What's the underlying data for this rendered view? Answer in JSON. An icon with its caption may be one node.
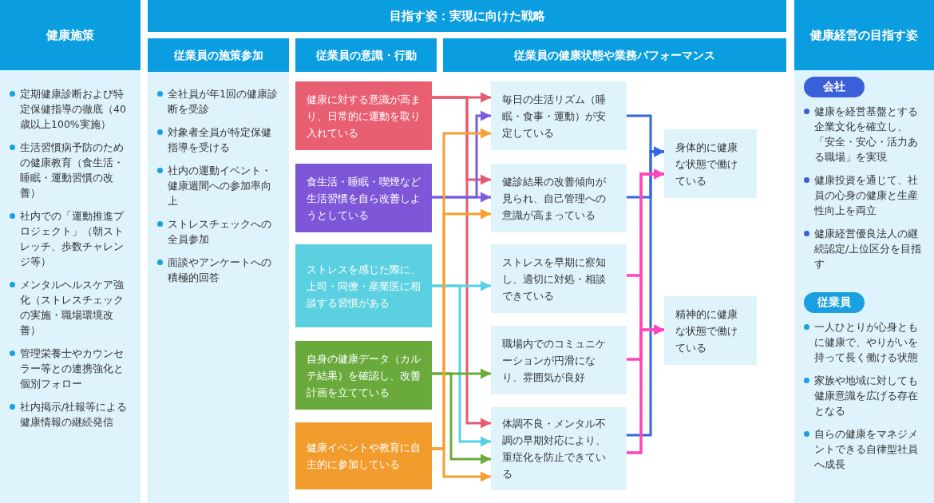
{
  "diagram": {
    "nodes": [
      {
        "text": [
          "健康施策",
          "定期健康診断および特定保健指導の徹底（40歳以上100%実施）",
          "生活習慣病予防のための健康教育（食生活・睡眠・運動習慣の改善）",
          "社内での「運動推進プロジェクト」（朝ストレッチ、歩数チャレンジ等）",
          "メンタルヘルスケア強化（ストレスチェックの実施・職場環境改善）",
          "管理栄養士やカウンセラー等との連携強化と個別フォロー",
          "社内掲示/社報等による健康情報の継続発信"
        ]
      },
      {
        "text": [
          "目指す姿：実現に向けた戦略"
        ]
      },
      {
        "text": [
          "従業員の施策参加",
          "全社員が年1回の健康診断を受診",
          "対象者全員が特定保健指導を受ける",
          "社内の運動イベント・健康週間への参加率向上",
          "ストレスチェックへの全員参加",
          "面談やアンケートへの積極的回答"
        ]
      },
      {
        "text": [
          "従業員の意識・行動"
        ]
      },
      {
        "text": [
          "健康に対する意識が高まり、日常的に運動を取り入れている"
        ]
      },
      {
        "text": [
          "食生活・睡眠・喫煙など生活習慣を自ら改善しようとしている"
        ]
      },
      {
        "text": [
          "ストレスを感じた際に、上司・同僚・産業医に相談する習慣がある"
        ]
      },
      {
        "text": [
          "自身の健康データ（カルテ結果）を確認し、改善計画を立てている"
        ]
      },
      {
        "text": [
          "健康イベントや教育に自主的に参加している"
        ]
      },
      {
        "text": [
          "従業員の健康状態や業務パフォーマンス"
        ]
      },
      {
        "text": [
          "毎日の生活リズム（睡眠・食事・運動）が安定している"
        ]
      },
      {
        "text": [
          "健診結果の改善傾向が見られ、自己管理への意識が高まっている"
        ]
      },
      {
        "text": [
          "ストレスを早期に察知し、適切に対処・相談できている"
        ]
      },
      {
        "text": [
          "職場内でのコミュニケーションが円滑になり、雰囲気が良好"
        ]
      },
      {
        "text": [
          "体調不良・メンタル不調の早期対応により、重症化を防止できている"
        ]
      },
      {
        "text": [
          "身体的に健康な状態で働けている"
        ]
      },
      {
        "text": [
          "精神的に健康な状態で働けている"
        ]
      },
      {
        "text": [
          "健康経営の目指す姿"
        ]
      },
      {
        "text": [
          "会社",
          "健康を経営基盤とする企業文化を確立し、「安全・安心・活力ある職場」を実現",
          "健康投資を通じて、社員の心身の健康と生産性向上を両立",
          "健康経営優良法人の継続認定/上位区分を目指す"
        ],
        "in": 17
      },
      {
        "text": [
          "従業員",
          "一人ひとりが心身ともに健康で、やりがいを持って長く働ける状態",
          "家族や地域に対しても健康意識を広げる存在となる",
          "自らの健康をマネジメントできる自律型社員へ成長"
        ],
        "in": 17
      }
    ],
    "edges": [
      {
        "from": 4,
        "to": 10,
        "arrow": "to",
        "color": "#e85a70"
      },
      {
        "from": 4,
        "to": 11,
        "arrow": "to",
        "color": "#e85a70"
      },
      {
        "from": 4,
        "to": 14,
        "arrow": "to",
        "color": "#e85a70"
      },
      {
        "from": 5,
        "to": 10,
        "arrow": "to",
        "color": "#7a5ce0"
      },
      {
        "from": 5,
        "to": 11,
        "arrow": "to",
        "color": "#7a5ce0"
      },
      {
        "from": 6,
        "to": 12,
        "arrow": "to",
        "color": "#55d0e4"
      },
      {
        "from": 6,
        "to": 14,
        "arrow": "to",
        "color": "#55d0e4"
      },
      {
        "from": 7,
        "to": 13,
        "arrow": "to",
        "color": "#6aab3a"
      },
      {
        "from": 7,
        "to": 14,
        "arrow": "to",
        "color": "#6aab3a"
      },
      {
        "from": 8,
        "to": 10,
        "arrow": "to",
        "color": "#f5a030"
      },
      {
        "from": 8,
        "to": 11,
        "arrow": "to",
        "color": "#f5a030"
      },
      {
        "from": 8,
        "to": 14,
        "arrow": "to",
        "color": "#f5a030"
      },
      {
        "from": 10,
        "to": 15,
        "arrow": "to",
        "color": "#3366e0"
      },
      {
        "from": 11,
        "to": 15,
        "arrow": "to",
        "color": "#3366e0"
      },
      {
        "from": 14,
        "to": 15,
        "arrow": "to",
        "color": "#3366e0"
      },
      {
        "from": 12,
        "to": 15,
        "arrow": "to",
        "color": "#ff44bb"
      },
      {
        "from": 13,
        "to": 15,
        "arrow": "to",
        "color": "#ff44bb"
      },
      {
        "from": 14,
        "to": 15,
        "arrow": "to",
        "color": "#ff44bb"
      },
      {
        "from": 12,
        "to": 16,
        "arrow": "to",
        "color": "#ff44bb"
      },
      {
        "from": 13,
        "to": 16,
        "arrow": "to",
        "color": "#ff44bb"
      },
      {
        "from": 14,
        "to": 16,
        "arrow": "to",
        "color": "#ff44bb"
      }
    ]
  }
}
